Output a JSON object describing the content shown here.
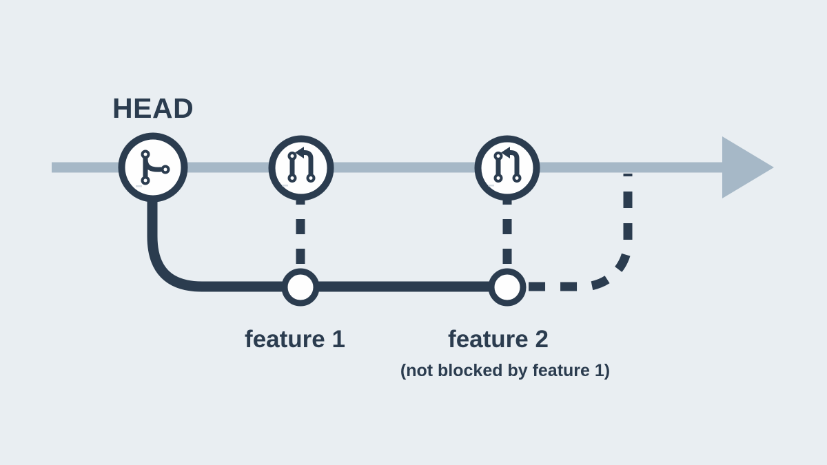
{
  "labels": {
    "head": "HEAD",
    "feature1": "feature 1",
    "feature2": "feature 2",
    "feature2_note": "(not blocked by feature 1)"
  },
  "icons": {
    "head_node": "git-branch-icon",
    "feature1_node": "git-pull-request-icon",
    "feature2_node": "git-pull-request-icon",
    "timeline_end": "arrowhead-icon"
  },
  "colors": {
    "background": "#e9eef2",
    "timeline": "#a6b8c7",
    "branch": "#2b3c4f",
    "node-fill": "#fefefe",
    "text": "#2b3c4f"
  }
}
